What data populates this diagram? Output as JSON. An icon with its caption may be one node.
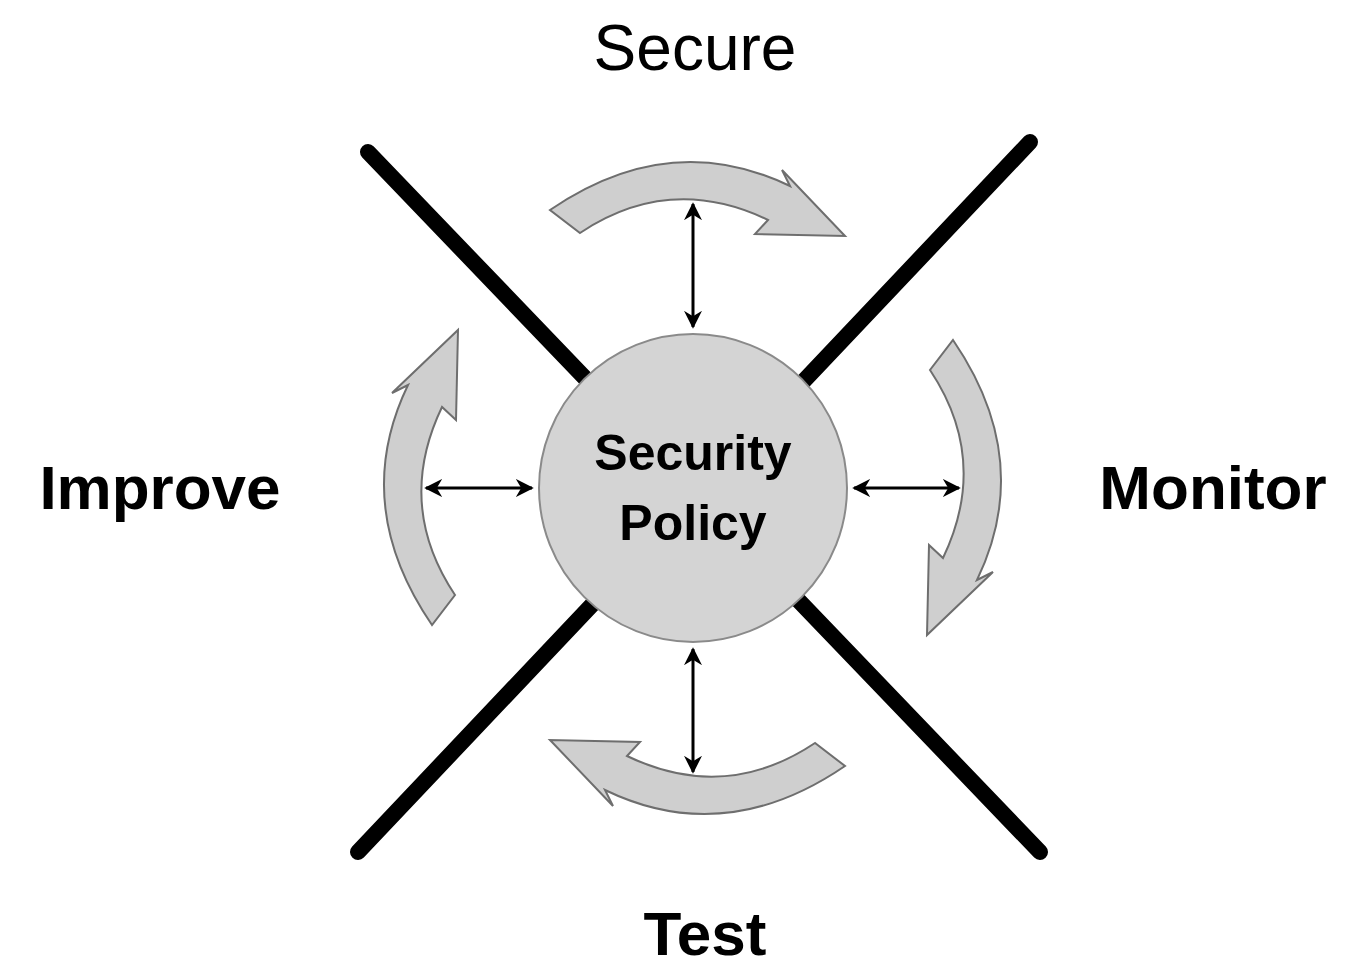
{
  "diagram": {
    "nodes": [
      {
        "text": [
          "Secure"
        ]
      },
      {
        "text": [],
        "shape": "arrow"
      },
      {
        "text": [],
        "shape": "arrow"
      },
      {
        "text": [],
        "shape": "arrow"
      },
      {
        "text": [
          "Improve"
        ]
      },
      {
        "text": [
          "Security Policy"
        ]
      },
      {
        "text": [
          "Monitor"
        ]
      },
      {
        "text": [],
        "shape": "arrow"
      },
      {
        "text": [
          "Test"
        ]
      }
    ],
    "edges": [
      {
        "from": 5,
        "to": 1,
        "arrow": "both"
      },
      {
        "from": 5,
        "to": 2,
        "arrow": "both"
      },
      {
        "from": 5,
        "to": 3,
        "arrow": "both"
      },
      {
        "from": 5,
        "to": 7,
        "arrow": "both"
      }
    ]
  }
}
